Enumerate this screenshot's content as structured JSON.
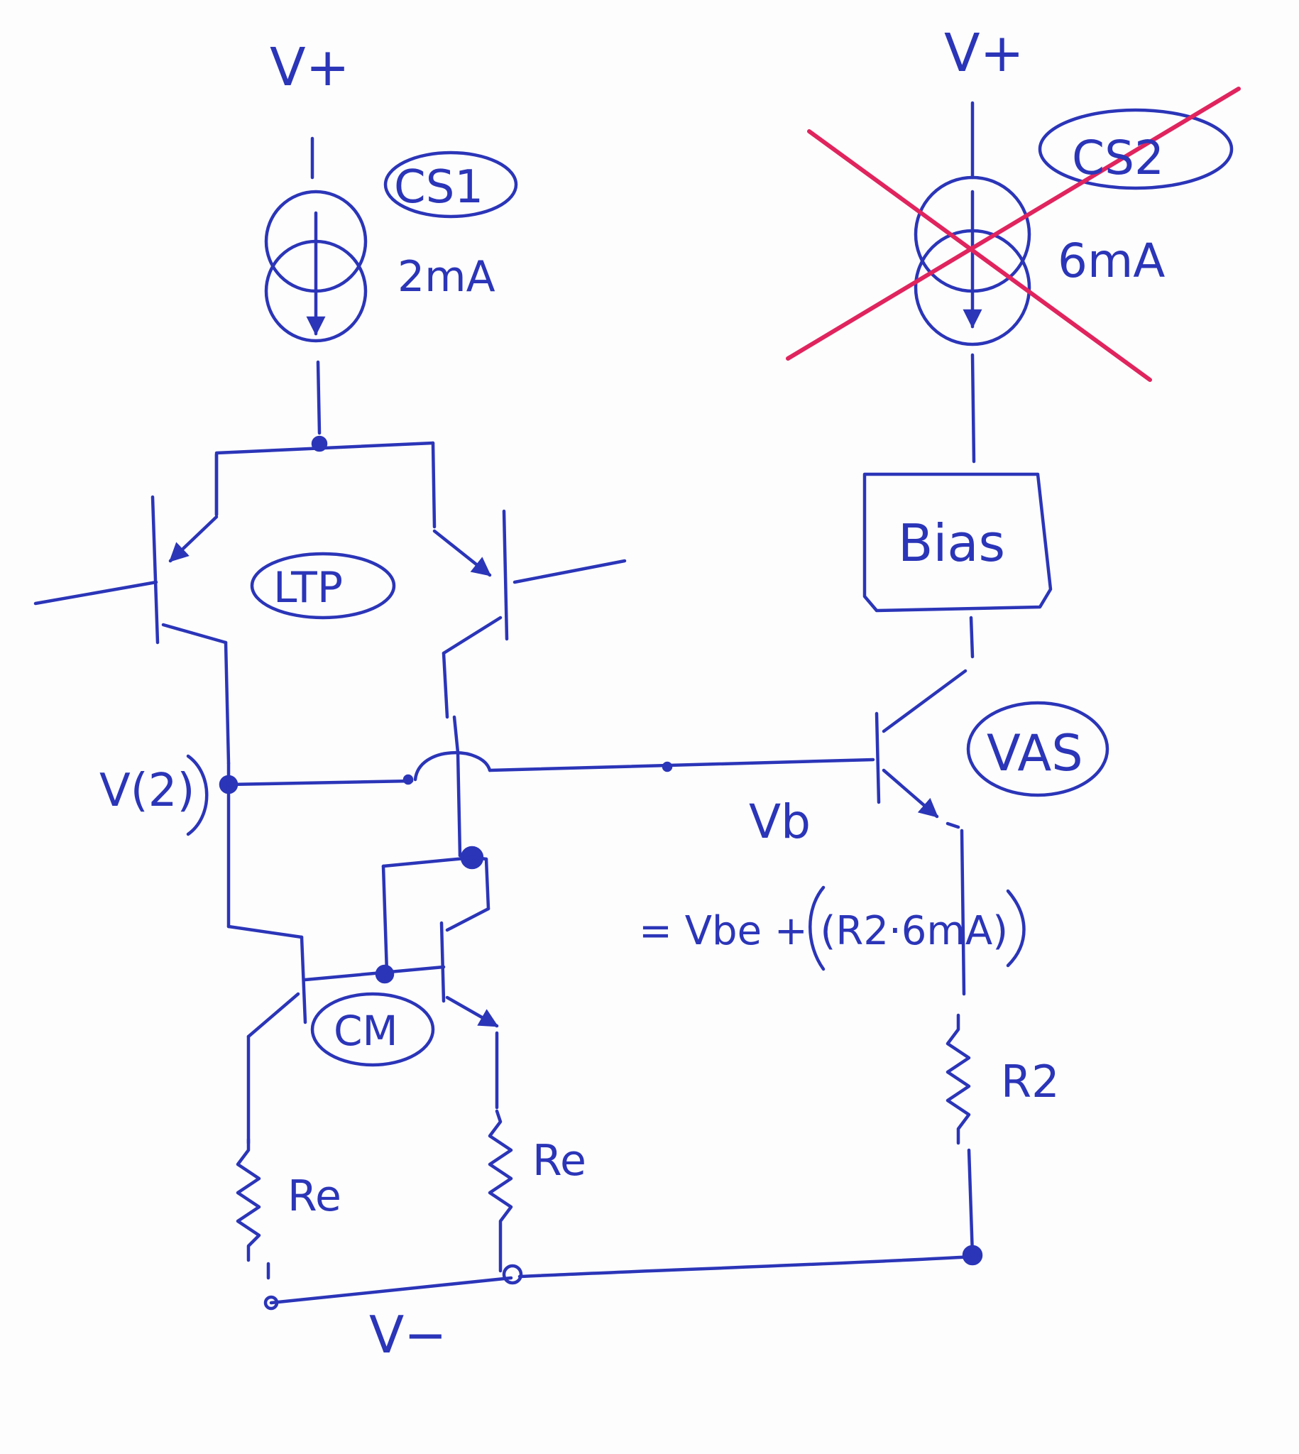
{
  "colors": {
    "paper": "#fdfdfd",
    "ink": "#2b35b8",
    "strike": "#e0245e"
  },
  "labels": {
    "vplus_left": "V+",
    "vplus_right": "V+",
    "cs1": "CS1",
    "cs2": "CS2",
    "cs1_current": "2mA",
    "cs2_current": "6mA",
    "ltp": "LTP",
    "bias": "Bias",
    "vas": "VAS",
    "v_node": "V(2)",
    "vb": "Vb",
    "vb_equation": "= Vbe + (R2·6mA)",
    "cm": "CM",
    "re_left": "Re",
    "re_right": "Re",
    "r2": "R2",
    "vminus": "V−"
  }
}
